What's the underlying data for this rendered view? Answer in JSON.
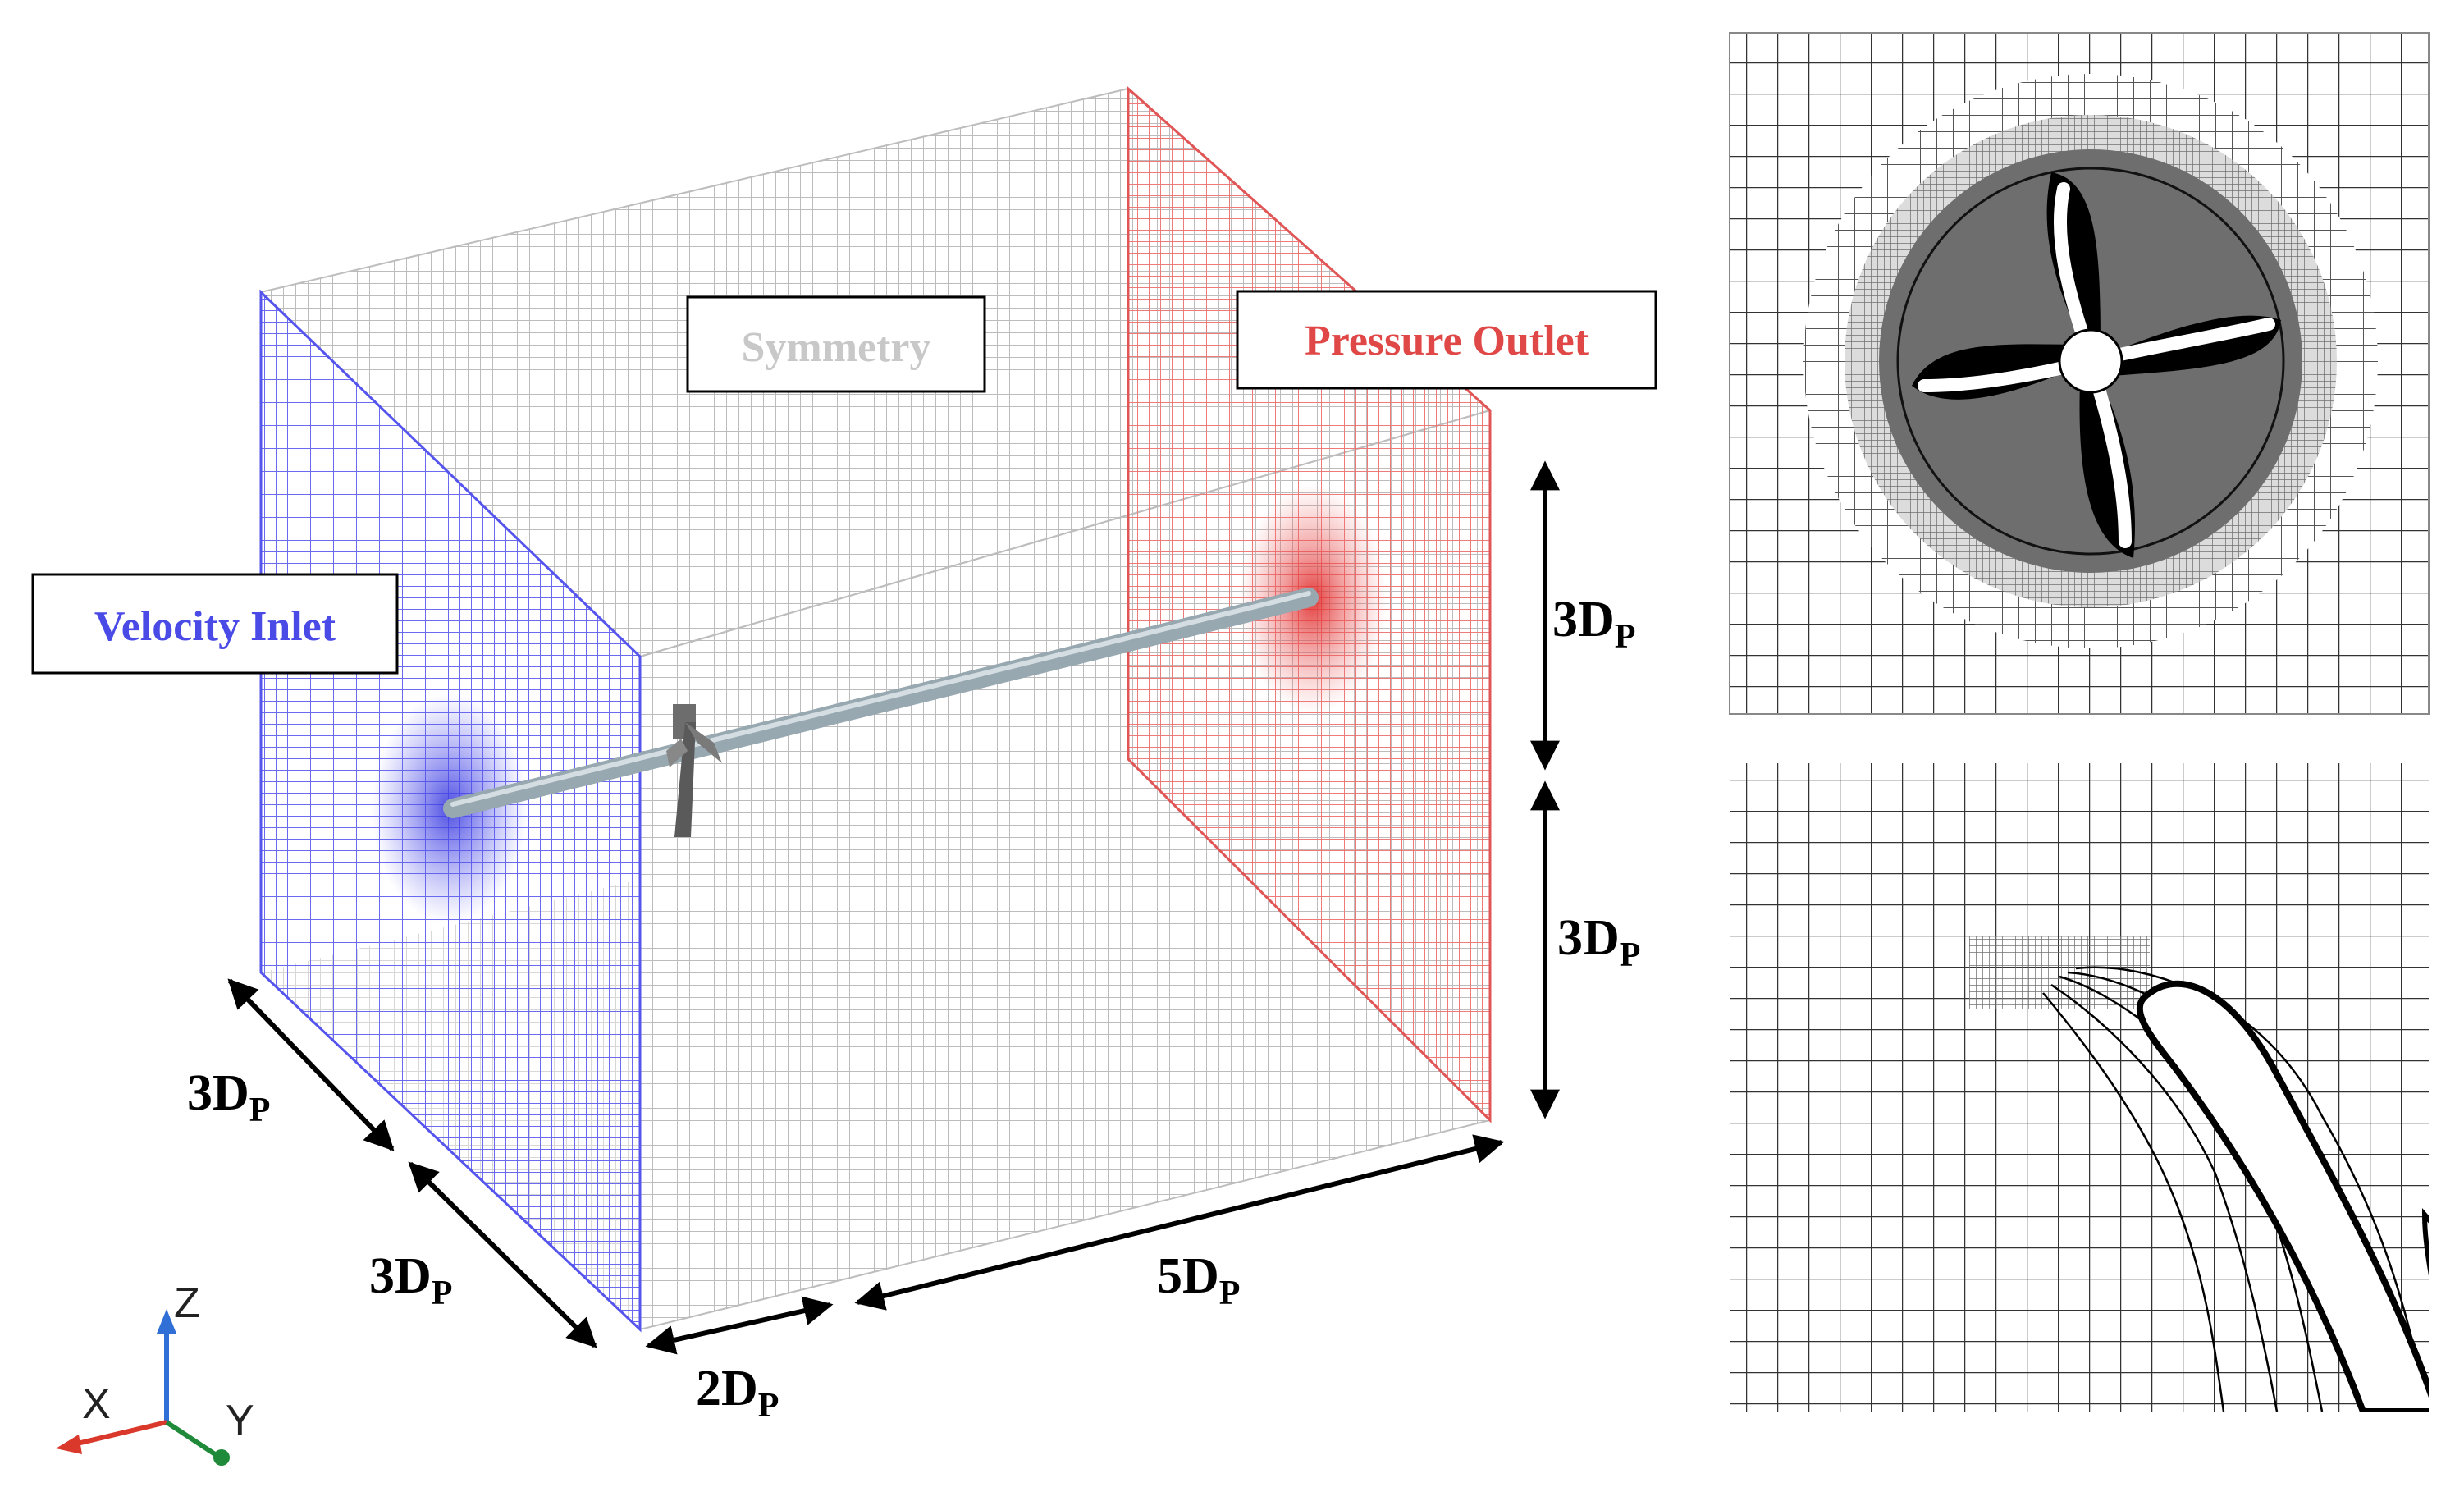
{
  "boundary_labels": {
    "inlet": "Velocity Inlet",
    "symmetry": "Symmetry",
    "outlet": "Pressure Outlet"
  },
  "dimensions": {
    "upper_height": "3D",
    "lower_height": "3D",
    "depth_front": "3D",
    "depth_back": "3D",
    "upstream_length": "2D",
    "downstream_length": "5D",
    "subscript": "P"
  },
  "axes": {
    "x": "X",
    "y": "Y",
    "z": "Z"
  },
  "colors": {
    "inlet": "#4a4ae6",
    "outlet": "#e04848",
    "symmetry_label": "#c8c8c8",
    "mesh_gray": "#bdbdbd",
    "shaft": "#a9b6bd",
    "axis_x": "#d9382b",
    "axis_y": "#1f8a3a",
    "axis_z": "#2f6fd6"
  },
  "icons": {
    "inlet_mesh": "inlet-mesh-face",
    "outlet_mesh": "outlet-mesh-face",
    "propeller": "propeller-geometry",
    "triad": "coordinate-axis-triad"
  }
}
